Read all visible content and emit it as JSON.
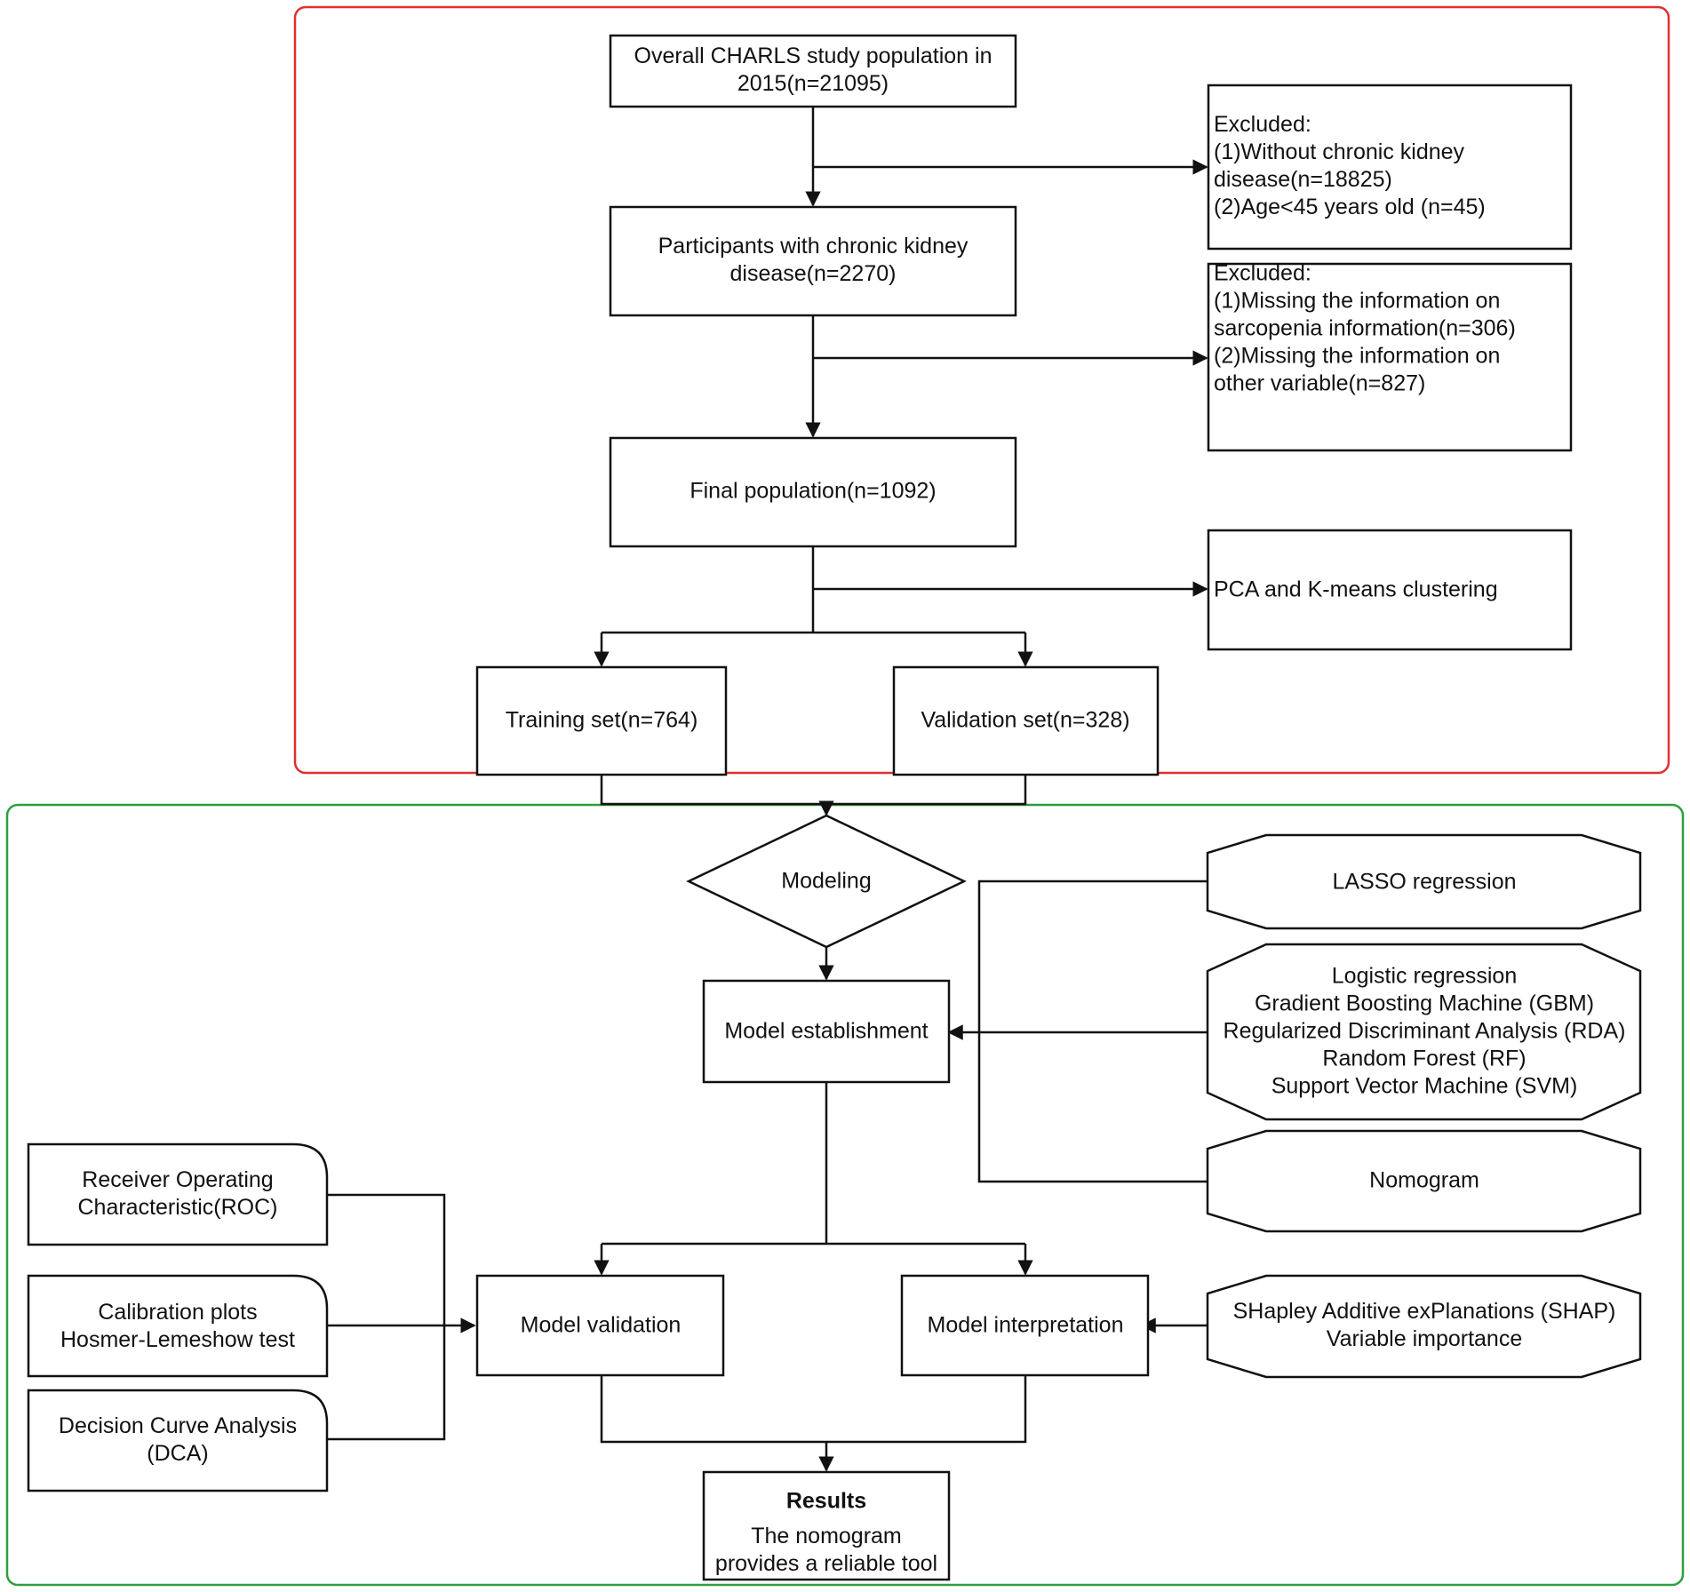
{
  "section_colors": {
    "top": "#e03030",
    "bottom": "#2e9e3e"
  },
  "boxes": {
    "overall": [
      "Overall CHARLS study population in",
      "2015(n=21095)"
    ],
    "excluded1": [
      "Excluded:",
      "(1)Without chronic kidney",
      "disease(n=18825)",
      "(2)Age<45 years old (n=45)"
    ],
    "participants": [
      "Participants with chronic kidney",
      "disease(n=2270)"
    ],
    "excluded2": [
      "Excluded:",
      "(1)Missing the information on",
      "sarcopenia information(n=306)",
      "(2)Missing the information on",
      "other variable(n=827)"
    ],
    "final": [
      "Final population(n=1092)"
    ],
    "pca": [
      "PCA and K-means clustering"
    ],
    "training": [
      "Training set(n=764)"
    ],
    "validation_set": [
      "Validation set(n=328)"
    ],
    "modeling": [
      "Modeling"
    ],
    "lasso": [
      "LASSO regression"
    ],
    "establishment": [
      "Model establishment"
    ],
    "algorithms": [
      "Logistic regression",
      "Gradient Boosting Machine (GBM)",
      "Regularized Discriminant Analysis (RDA)",
      "Random Forest (RF)",
      "Support Vector Machine (SVM)"
    ],
    "nomogram": [
      "Nomogram"
    ],
    "roc": [
      "Receiver Operating",
      "Characteristic(ROC)"
    ],
    "calibration": [
      "Calibration plots",
      "Hosmer-Lemeshow test"
    ],
    "dca": [
      "Decision Curve Analysis",
      "(DCA)"
    ],
    "model_validation": [
      "Model validation"
    ],
    "model_interpretation": [
      "Model interpretation"
    ],
    "shap": [
      "SHapley Additive exPlanations (SHAP)",
      "Variable importance"
    ],
    "results_title": "Results",
    "results_body": [
      "The nomogram",
      "provides a reliable tool"
    ]
  }
}
